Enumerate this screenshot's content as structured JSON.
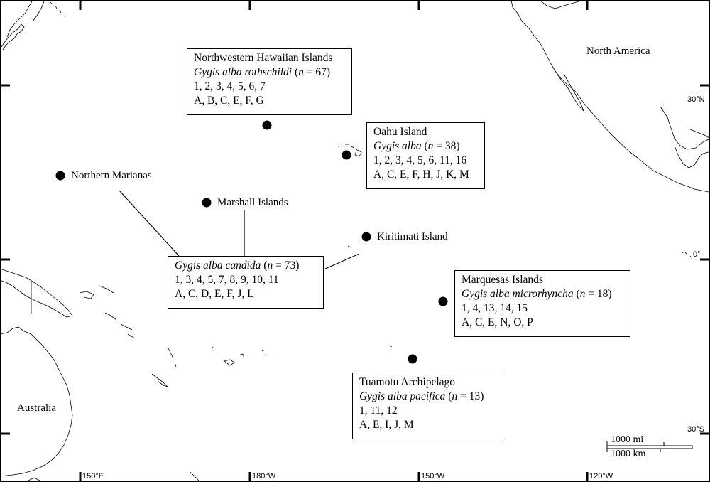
{
  "labels": {
    "north_america": "North America",
    "australia": "Australia",
    "northern_marianas": "Northern Marianas",
    "marshall_islands": "Marshall Islands",
    "kiritimati_island": "Kiritimati Island"
  },
  "boxes": {
    "nw_hawaiian": {
      "title": "Northwestern Hawaiian Islands",
      "taxon": "Gygis alba rothschildi",
      "n_open": " (",
      "n_label": "n",
      "n_value": " = 67)",
      "line1": "1, 2, 3, 4, 5, 6, 7",
      "line2": "A, B, C, E, F, G"
    },
    "oahu": {
      "title": "Oahu Island",
      "taxon": "Gygis alba",
      "n_open": " (",
      "n_label": "n",
      "n_value": " = 38)",
      "line1": "1, 2, 3, 4, 5, 6, 11, 16",
      "line2": "A, C, E, F, H, J, K, M"
    },
    "candida": {
      "taxon": "Gygis alba candida",
      "n_open": " (",
      "n_label": "n",
      "n_value": " = 73)",
      "line1": "1, 3, 4, 5, 7, 8, 9, 10, 11",
      "line2": "A, C, D, E, F, J, L"
    },
    "marquesas": {
      "title": "Marquesas Islands",
      "taxon": "Gygis alba microrhyncha",
      "n_open": " (",
      "n_label": "n",
      "n_value": " = 18)",
      "line1": "1, 4, 13, 14, 15",
      "line2": "A, C, E, N, O, P"
    },
    "tuamotu": {
      "title": "Tuamotu Archipelago",
      "taxon": "Gygis alba pacifica",
      "n_open": " (",
      "n_label": "n",
      "n_value": " = 13)",
      "line1": "1, 11, 12",
      "line2": "A, E, I, J, M"
    }
  },
  "axis_ticks": {
    "lon_150e": "150°E",
    "lon_180w": "180°W",
    "lon_150w": "150°W",
    "lon_120w": "120°W",
    "lat_30n": "30°N",
    "lat_0": "0°",
    "lat_30s": "30°S"
  },
  "scale_bar": {
    "miles": "1000 mi",
    "km": "1000 km"
  },
  "colors": {
    "ink": "#000000",
    "background": "#ffffff"
  }
}
